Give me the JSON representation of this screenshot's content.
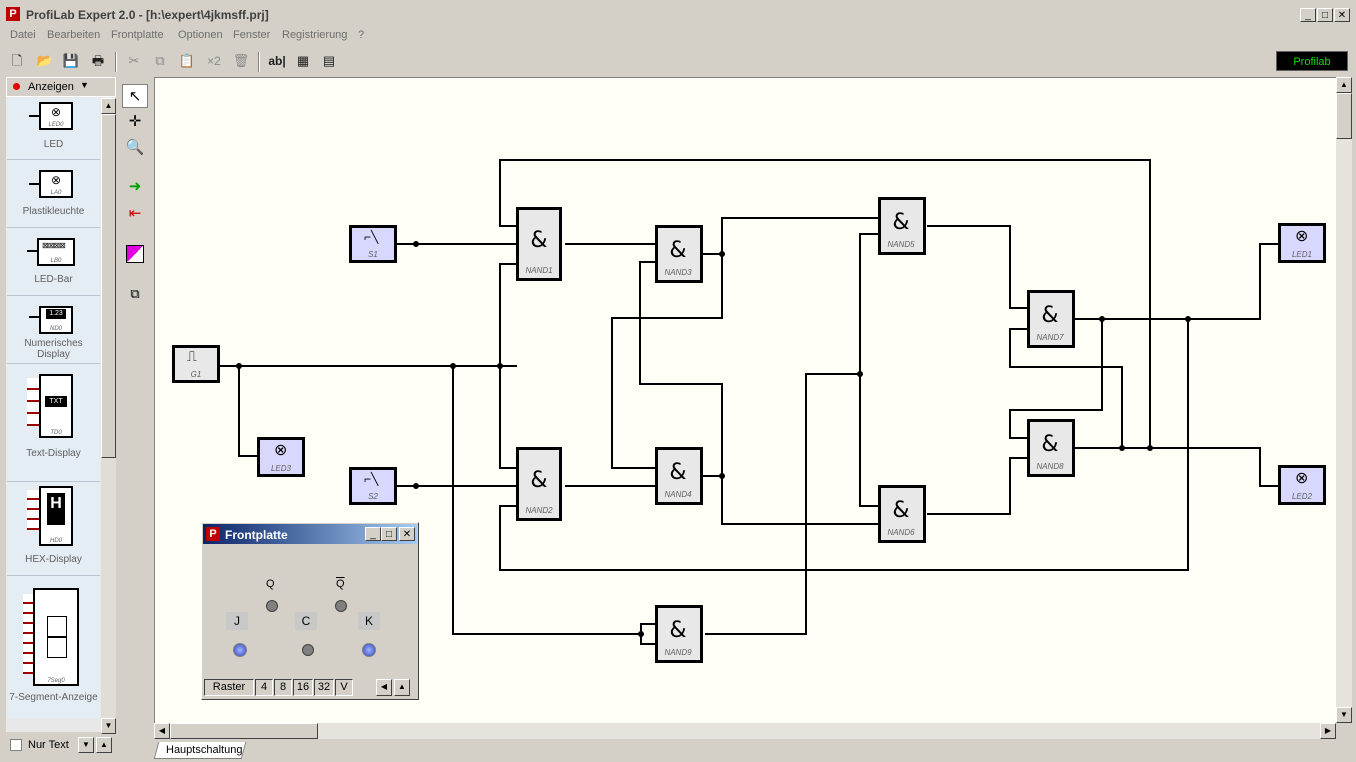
{
  "window": {
    "title": "ProfiLab Expert 2.0 - [h:\\expert\\4jkmsff.prj]",
    "minimize": "_",
    "maximize": "□",
    "close": "✕"
  },
  "menu": [
    "Datei",
    "Bearbeiten",
    "Frontplatte",
    "Optionen",
    "Fenster",
    "Registrierung",
    "?"
  ],
  "toolbar": {
    "new_icon": "🗋",
    "open_icon": "📂",
    "save_icon": "💾",
    "print_icon": "🖶",
    "cut_icon": "✂",
    "copy_icon": "⧉",
    "paste_icon": "📋",
    "duplicate_label": "×2",
    "delete_icon": "🗑",
    "text_label": "ab|",
    "page1_icon": "▦",
    "page2_icon": "▤",
    "profilab_label": "Profilab"
  },
  "palette": {
    "dropdown_label": "Anzeigen",
    "items": [
      {
        "label": "LED",
        "chip": "LED0"
      },
      {
        "label": "Plastikleuchte",
        "chip": "LA0"
      },
      {
        "label": "LED-Bar",
        "chip": "LB0"
      },
      {
        "label": "Numerisches Display",
        "chip": "ND0",
        "value": "1.23"
      },
      {
        "label": "Text-Display",
        "chip": "TD0",
        "value": "TXT"
      },
      {
        "label": "HEX-Display",
        "chip": "HD0",
        "value": "H"
      },
      {
        "label": "7-Segment-Anzeige",
        "chip": "7Seg0"
      }
    ],
    "nur_text_label": "Nur Text"
  },
  "canvas": {
    "gates": {
      "nand1": "NAND1",
      "nand2": "NAND2",
      "nand3": "NAND3",
      "nand4": "NAND4",
      "nand5": "NAND5",
      "nand6": "NAND6",
      "nand7": "NAND7",
      "nand8": "NAND8",
      "nand9": "NAND9"
    },
    "gate_symbol": "&",
    "switches": {
      "s1": "S1",
      "s2": "S2"
    },
    "clock": "G1",
    "leds": {
      "led1": "LED1",
      "led2": "LED2",
      "led3": "LED3"
    },
    "tab": "Hauptschaltung"
  },
  "frontplatte": {
    "title": "Frontplatte",
    "q_label": "Q",
    "qbar_label": "Q",
    "j_label": "J",
    "c_label": "C",
    "k_label": "K",
    "raster_label": "Raster",
    "grid_options": [
      "4",
      "8",
      "16",
      "32",
      "V"
    ]
  }
}
